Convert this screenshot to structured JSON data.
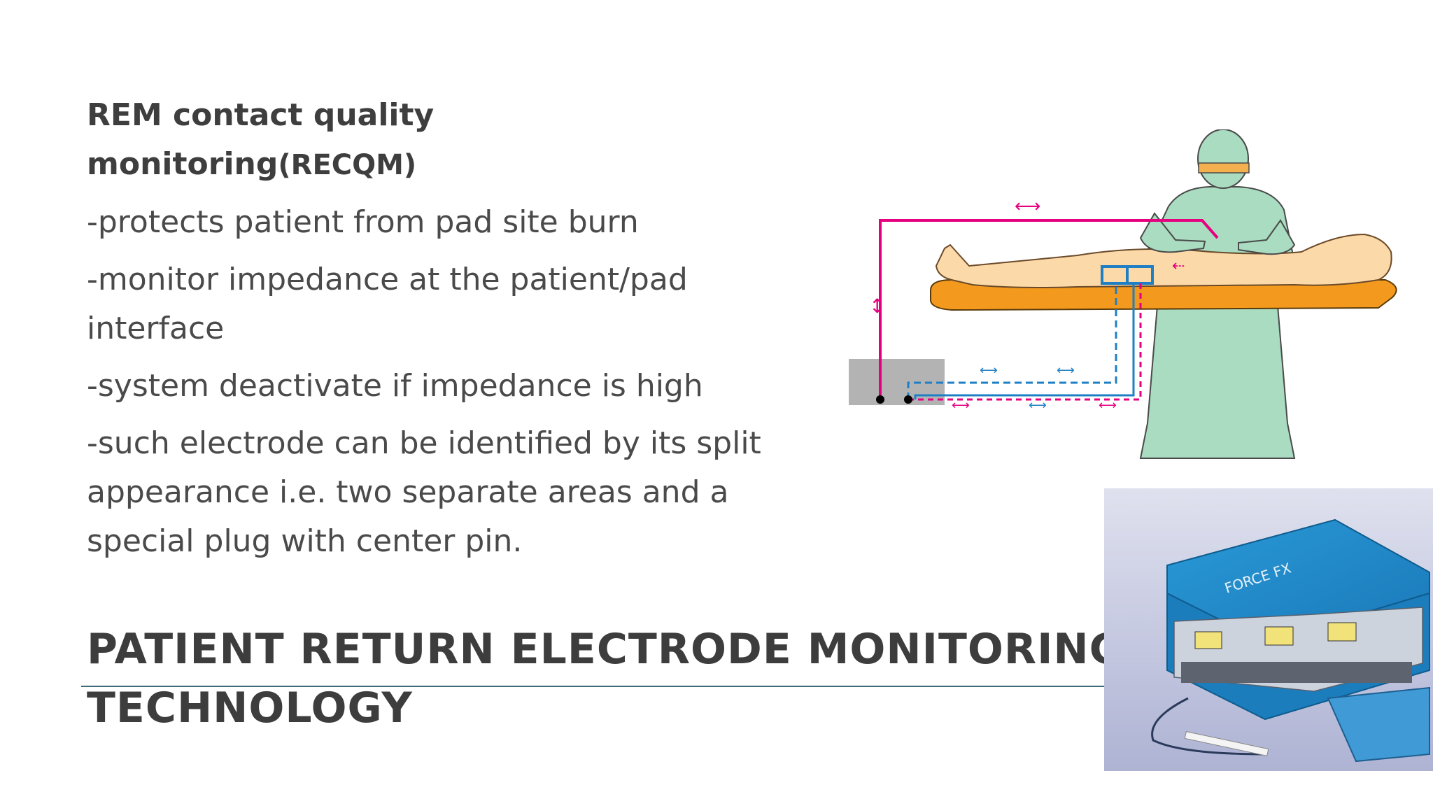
{
  "content": {
    "heading_main": "REM contact quality monitoring",
    "heading_abbr": "(RECQM)",
    "bullets": [
      "-protects patient from pad site burn",
      "-monitor impedance at the patient/pad interface",
      "-system deactivate if impedance is high",
      "-such electrode can be identified by its split appearance i.e. two separate areas and a special plug with center pin."
    ]
  },
  "title": "PATIENT RETURN ELECTRODE MONITORING TECHNOLOGY",
  "images": {
    "diagram": "surgeon-patient-return-electrode-circuit-diagram",
    "photo": "electrosurgical-generator-force-fx-photo"
  },
  "colors": {
    "active_circuit": "#e4007f",
    "return_circuit": "#1f7fc4",
    "surgeon_gown": "#a9dcc0",
    "mattress": "#f39a1e",
    "skin": "#fcd9a8",
    "generator_body": "#1f8fd0",
    "rule": "#3d6b78"
  }
}
